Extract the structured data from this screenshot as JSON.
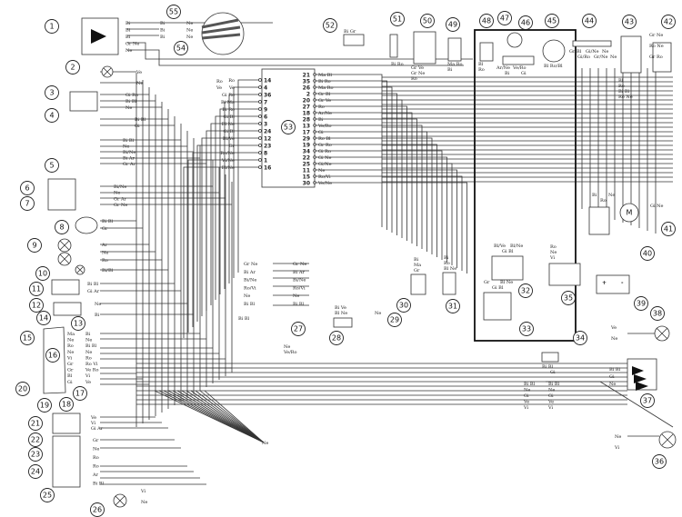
{
  "callouts": [
    "1",
    "2",
    "3",
    "4",
    "5",
    "6",
    "7",
    "8",
    "9",
    "10",
    "11",
    "12",
    "13",
    "14",
    "15",
    "16",
    "17",
    "18",
    "19",
    "20",
    "21",
    "22",
    "23",
    "24",
    "25",
    "26",
    "27",
    "28",
    "29",
    "30",
    "31",
    "32",
    "33",
    "34",
    "35",
    "36",
    "37",
    "38",
    "39",
    "40",
    "41",
    "42",
    "43",
    "44",
    "45",
    "46",
    "47",
    "48",
    "49",
    "50",
    "51",
    "52",
    "53",
    "54",
    "55"
  ],
  "connector_53": {
    "left_pins": [
      {
        "pin": "14",
        "wire": "Ro"
      },
      {
        "pin": "4",
        "wire": "Ve"
      },
      {
        "pin": "36",
        "wire": "Gi Ro"
      },
      {
        "pin": "7",
        "wire": "Bi Ma"
      },
      {
        "pin": "9",
        "wire": "Bi Ro"
      },
      {
        "pin": "6",
        "wire": "Gi Bl"
      },
      {
        "pin": "3",
        "wire": "Bl Ne"
      },
      {
        "pin": "24",
        "wire": "Gi Bl"
      },
      {
        "pin": "12",
        "wire": "Bl/Ve"
      },
      {
        "pin": "23",
        "wire": "Gr"
      },
      {
        "pin": "8",
        "wire": "Ro/Ne"
      },
      {
        "pin": "1",
        "wire": "Vi/Ne"
      },
      {
        "pin": "16",
        "wire": "Bl/Ne"
      }
    ],
    "right_pins": [
      {
        "pin": "21",
        "wire": "Ma Bl"
      },
      {
        "pin": "35",
        "wire": "Bi Ro"
      },
      {
        "pin": "26",
        "wire": "Ma Ro"
      },
      {
        "pin": "2",
        "wire": "Gr Bl"
      },
      {
        "pin": "20",
        "wire": "Gr Ve"
      },
      {
        "pin": "27",
        "wire": "Ro"
      },
      {
        "pin": "18",
        "wire": "Ar/Ne"
      },
      {
        "pin": "28",
        "wire": "Bi"
      },
      {
        "pin": "13",
        "wire": "Ve/Ro"
      },
      {
        "pin": "17",
        "wire": "Gi"
      },
      {
        "pin": "29",
        "wire": "Ro Bl"
      },
      {
        "pin": "19",
        "wire": "Gr Ro"
      },
      {
        "pin": "34",
        "wire": "Gi Ro"
      },
      {
        "pin": "22",
        "wire": "Gi Ne"
      },
      {
        "pin": "25",
        "wire": "Gi/Ne"
      },
      {
        "pin": "11",
        "wire": "Ne"
      },
      {
        "pin": "15",
        "wire": "Ro/Vi"
      },
      {
        "pin": "30",
        "wire": "Ve/Ne"
      }
    ]
  },
  "wire_labels": {
    "c1": [
      "Bi",
      "Bi",
      "Bi",
      "Gr Ne",
      "Ne"
    ],
    "c55a": [
      "Bi",
      "Bi",
      "Bi"
    ],
    "c55b": [
      "Ne",
      "Ne",
      "Ne"
    ],
    "c54": [
      "Ro",
      "Ve"
    ],
    "c2": [
      "Ve",
      "Ne"
    ],
    "c3": [
      "Gi Ro",
      "Bi Bl",
      "Ne"
    ],
    "c4": [
      "Bi Bl",
      "Gi"
    ],
    "cx": [
      "Bi Bl",
      "Ne",
      "Bi/Ne",
      "Bi Ar",
      "Gr Ar"
    ],
    "c6": [
      "Bi/Ne",
      "Ne",
      "Gr Ar",
      "Gr Ne"
    ],
    "c8": [
      "Bi Bl",
      "Gr"
    ],
    "c9": [
      "Ar",
      "Ne",
      "Ro"
    ],
    "c10": [
      "Bi/Bl"
    ],
    "c11": [
      "Bi Bl",
      "Gi Ar"
    ],
    "c12": [
      "Ne",
      "Bi"
    ],
    "c16l": [
      "Ma",
      "Ne",
      "Ro",
      "Ne",
      "Vi",
      "Gr",
      "Gr",
      "Bl",
      "Gi"
    ],
    "c16r": [
      "Bi",
      "Ne",
      "Bi Bl",
      "Ne",
      "Ro",
      "Ro Vi",
      "Ve Ro",
      "Vi",
      "Ve"
    ],
    "c21": [
      "Ve",
      "Vi",
      "Gi Ar"
    ],
    "c22": [
      "Gr",
      "Ne",
      "Ro",
      "Ro",
      "Ar",
      "Bi Bl"
    ],
    "c26": [
      "Vi",
      "Ne"
    ],
    "cne": [
      "Ne"
    ],
    "cml": [
      "Gr Ne",
      "Bi Ar",
      "Bi/Ne",
      "Ro/Vi",
      "Ne",
      "Bi Bl"
    ],
    "cmr": [
      "Gr Ne",
      "Bi Ar",
      "Bi/Ne",
      "Ro/Vi",
      "Ne",
      "Bi Bl"
    ],
    "cbb": [
      "Bi Bl"
    ],
    "c27": [
      "Ne",
      "Ve/Ro"
    ],
    "c28": [
      "Bi Ve",
      "Bl Ne"
    ],
    "c29": [
      "Ne"
    ],
    "c52": [
      "Bi Gr"
    ],
    "c51": [
      "Bi Ro"
    ],
    "c50": [
      "Gr Ve",
      "Gr Ne",
      "Ro"
    ],
    "c49": [
      "Ma Ro",
      "Bi"
    ],
    "c48": [
      "Bl",
      "Ro"
    ],
    "c46": [
      "Ar/Ne",
      "Bi",
      "Ve/Ro",
      "Gi"
    ],
    "c45": [
      "Bl Ro/Bl"
    ],
    "c44": [
      "Gr Bl",
      "Gi/Ro",
      "Gi/Ne",
      "Gr/Ne",
      "Ne",
      "Ne"
    ],
    "c43": [
      "Bl",
      "Ro",
      "Bi Bl",
      "Ro Ne"
    ],
    "c42": [
      "Gr Ne",
      "Ro Ne",
      "Gr Ro"
    ],
    "c30": [
      "Bi",
      "Ma",
      "Gr"
    ],
    "c31": [
      "Bi",
      "Ro",
      "Bl Ne"
    ],
    "c32": [
      "Bl/Ve",
      "Gi Bl",
      "Bl/Ne"
    ],
    "c33": [
      "Gr",
      "Gi Bl",
      "Bl Ne"
    ],
    "c35": [
      "Ro",
      "Ne",
      "Vi"
    ],
    "c40": [
      "Bi",
      "Ro",
      "Ne"
    ],
    "c41": [
      "Gi Ne"
    ],
    "c34": [
      "Bi Bl",
      "Gi"
    ],
    "c37l": [
      "Bi Bl",
      "Ne",
      "Gi",
      "Ve",
      "Vi"
    ],
    "c37r": [
      "Bi Bl",
      "Ne",
      "Gi",
      "Ve",
      "Vi"
    ],
    "c37": [
      "Bi Bl",
      "Gi",
      "Ne"
    ],
    "c38": [
      "Ve",
      "Ne"
    ],
    "c36": [
      "Ne",
      "Vi"
    ]
  },
  "motor_symbol": "M",
  "battery_symbols": [
    "+",
    "-"
  ]
}
